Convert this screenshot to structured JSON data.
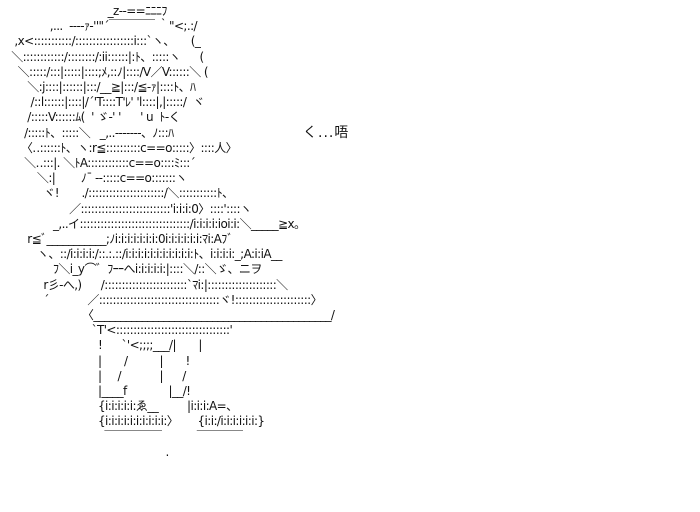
{
  "art": {
    "lines": [
      "                               _z‐‐==ﾆﾆﾆﾌ",
      "             ,...  ‐‐‐‐ｧ‐''\"´￣￣￣￣ ｀\"<;.:/",
      "  ,x<:::::::::::/:::::::::::::::::i:::`ヽ、     (_",
      " ＼::::::::::::/::::::::/:ii::::::|:ﾄ、:::::ヽ      (",
      "   ＼:::::/:::|:::::|::::;ﾒ,::ﾉ|::::/V／V::::::＼ (",
      "      ＼:j::::|::::::|:::/__≧|:::/≦-ｧ|::::ﾄ、ﾊ",
      "       /::l::::::|::::|/´'T::::T'ﾚ' 'l::::|,|:::::/  ヾ",
      "      /:::::V::::::ﾑ(  ' ゞ-' '      ' u  ﾄ-く",
      "     /:::::ﾄ、:::::＼   _,..-‐‐‐‐‐-、ﾉ:::ﾊ",
      "    〈‥::::::ﾄ、ヽ:r≦::::::::::c==o:::::〉::::人〉",
      "     ＼‥:::|. ＼ﾄA::::::::::::c==o::::ﾐ:::´",
      "         ＼:|        ﾉ¯ ‐‐:::::c==o:::::::ヽ",
      "           ヾ!       ./::::::::::::::::::::::/＼:::::::::::ﾄ、",
      "                   ／::::::::::::::::::::::::::'i:i:i:0〉::::'::::ヽ",
      "              _,..イ::::::::::::::::::::::::::::::::/i:i:i:i:ioi:i:＼_____≧x。",
      "      r≦ﾞ___________;ﾉi:i:i:i:i:i:i:0i:i:i:i:i:i:ﾏi:Aﾌﾞ",
      "         ヽ、::/i:i:i:i:/::.:.::/i:i:i:i:i:i:i:i:i:i:i:ﾄ、i:i:i:i:_;A:i:iA__",
      "              ﾌ＼i_y⌒゛ﾌｰｰへi:i:i:i:i:|::::＼/::＼ゞ、ニヲ",
      "           r彡-へ,)      /::::::::::::::::::::::::`ﾏi:|::::::::::::::::::::＼",
      "           ´            ／:::::::::::::::::::::::::::::::::::ヾ!::::::::::::::::::::::〉",
      "                       〈____________________________________________/",
      "                          `T'<:::::::::::::::::::::::::::::::::'",
      "                            !      `'<;;;;___/|       |",
      "                            |       /          |       !",
      "                            |     /            |      /",
      "                            |____f             |__/!",
      "                            {i:i:i:i:i:ゑ__         |i:i:i:A=、",
      "                            {i:i:i:i:i:i:i:i:i:i:〉      {i:i:/i:i:i:i:i:i:}",
      "                              ￣￣￣￣￣           ￣￣￣￣",
      "                                                 ."
    ],
    "speech": "く...唔"
  }
}
